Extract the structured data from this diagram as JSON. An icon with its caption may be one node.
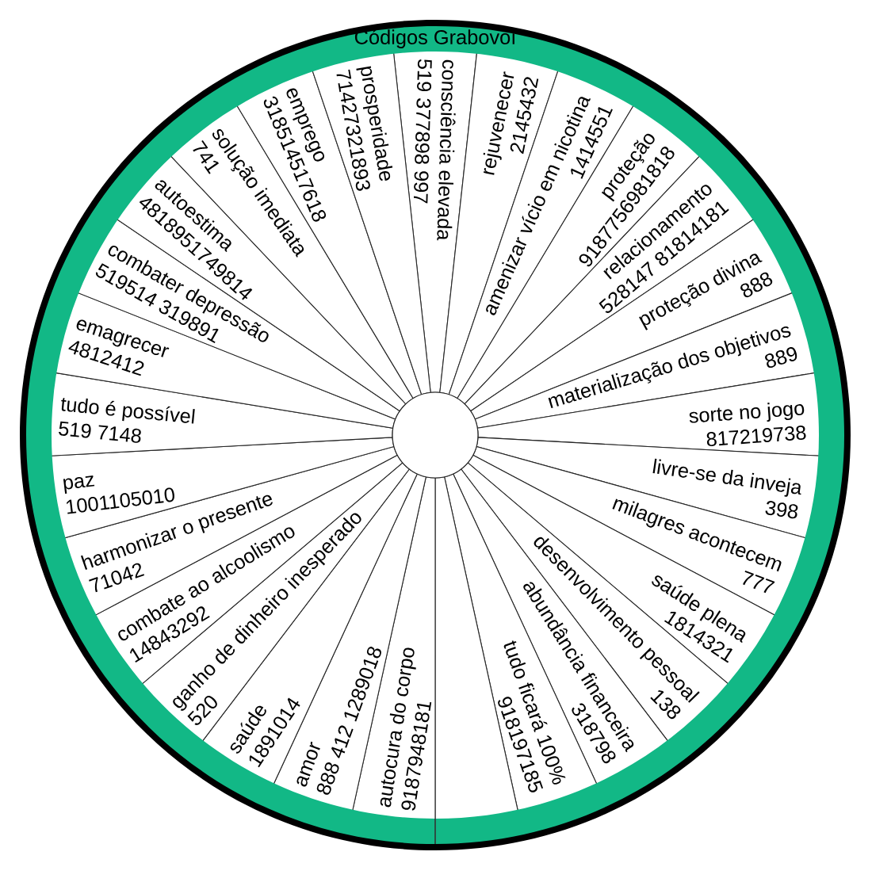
{
  "diagram": {
    "title": "Códigos Grabovoï",
    "nodes": [
      {
        "text": [
          "consciência elevada",
          "519 377898 997"
        ]
      },
      {
        "text": [
          "rejuvenecer",
          "2145432"
        ]
      },
      {
        "text": [
          "amenizar vício em nicotina",
          "1414551"
        ]
      },
      {
        "text": [
          "proteção",
          "9187756981818"
        ]
      },
      {
        "text": [
          "relacionamento",
          "528147 81814181"
        ]
      },
      {
        "text": [
          "proteção divina",
          "888"
        ]
      },
      {
        "text": [
          "materialização dos objetivos",
          "889"
        ]
      },
      {
        "text": [
          "sorte no jogo",
          "817219738"
        ]
      },
      {
        "text": [
          "livre-se da inveja",
          "398"
        ]
      },
      {
        "text": [
          "milagres acontecem",
          "777"
        ]
      },
      {
        "text": [
          "saúde plena",
          "1814321"
        ]
      },
      {
        "text": [
          "desenvolvimento pessoal",
          "138"
        ]
      },
      {
        "text": [
          "abundância financeira",
          "318798"
        ]
      },
      {
        "text": [
          "tudo ficará 100%",
          "918197185"
        ]
      },
      {
        "text": [],
        "shape": "sector"
      },
      {
        "text": [
          "autocura do corpo",
          "9187948181"
        ]
      },
      {
        "text": [
          "amor",
          "888 412 1289018"
        ]
      },
      {
        "text": [
          "saúde",
          "1891014"
        ]
      },
      {
        "text": [
          "ganho de dinheiro inesperado",
          "520"
        ]
      },
      {
        "text": [
          "combate ao alcoolismo",
          "14843292"
        ]
      },
      {
        "text": [
          "harmonizar o presente",
          "71042"
        ]
      },
      {
        "text": [
          "paz",
          "1001105010"
        ]
      },
      {
        "text": [
          "tudo é possível",
          "519 7148"
        ]
      },
      {
        "text": [
          "emagrecer",
          "4812412"
        ]
      },
      {
        "text": [
          "combater depressão",
          "519514 319891"
        ]
      },
      {
        "text": [
          "autoestima",
          "4818951749814"
        ]
      },
      {
        "text": [
          "solução imediata",
          "741"
        ]
      },
      {
        "text": [
          "emprego",
          "318514517618"
        ]
      },
      {
        "text": [
          "prosperidade",
          "71427321893"
        ]
      }
    ]
  }
}
